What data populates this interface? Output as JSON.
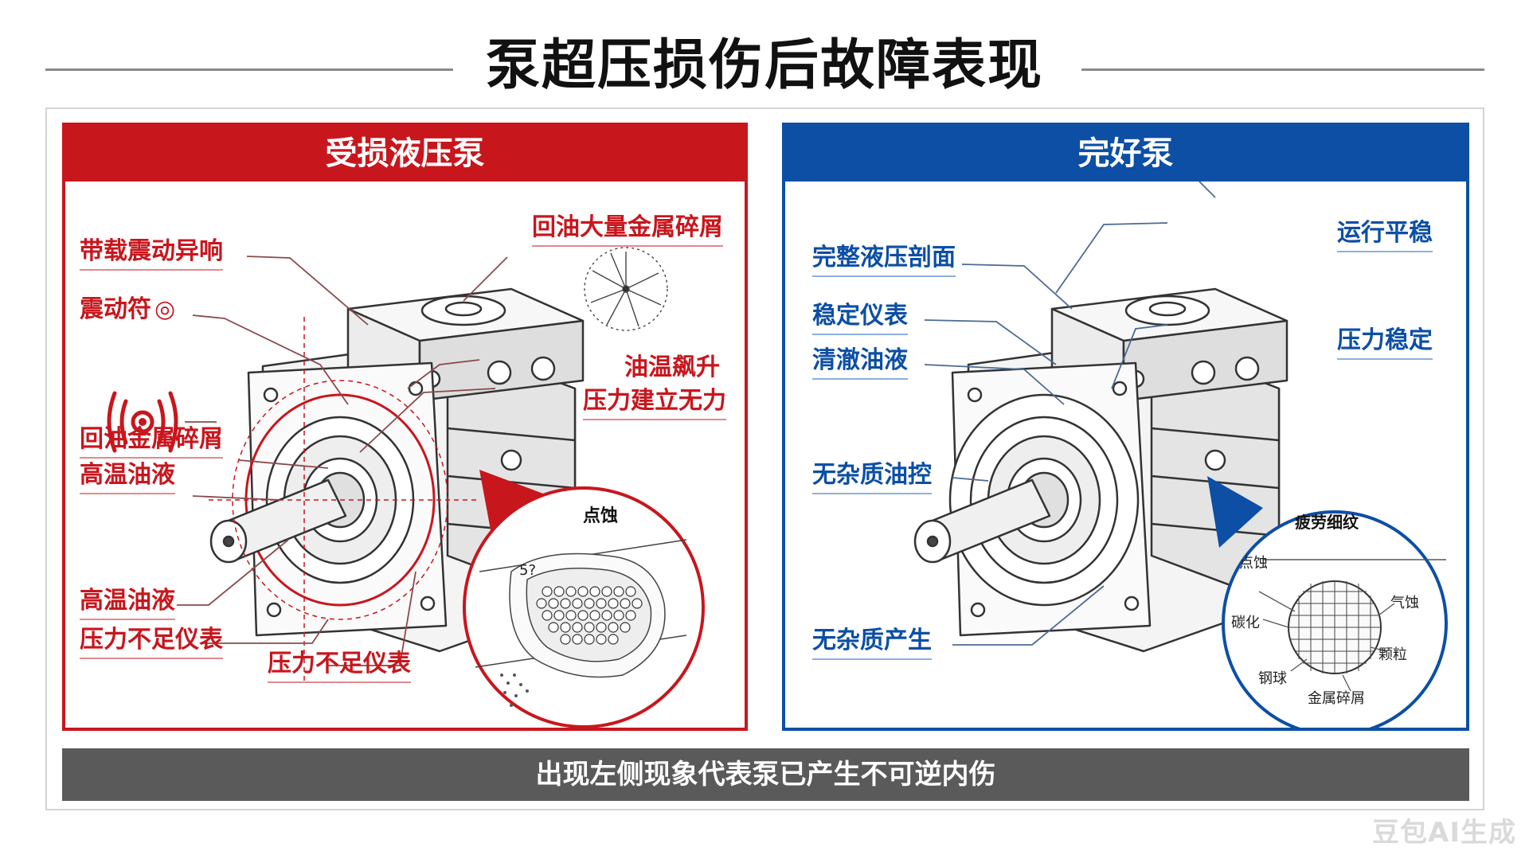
{
  "title": "泵超压损伤后故障表现",
  "left_panel": {
    "header": "受损液压泵",
    "labels": {
      "noise": "带载震动异响",
      "vibration_symbol": "震动符",
      "circle_glyph": "◎",
      "return_metal": "回油金属碎屑",
      "high_temp_1": "高温油液",
      "high_temp_2": "高温油液",
      "pressure_gauge_1": "压力不足仪表",
      "pressure_gauge_2": "压力不足仪表",
      "return_heavy_metal": "回油大量金属碎屑",
      "oil_temp_rise": "油温飙升",
      "pressure_weak": "压力建立无力"
    },
    "inset": {
      "title": "点蚀",
      "angle": "5?"
    }
  },
  "right_panel": {
    "header": "完好泵",
    "labels": {
      "full_section": "完整液压剖面",
      "stable_gauge": "稳定仪表",
      "clear_oil": "清澈油液",
      "no_impurity_control": "无杂质油控",
      "no_impurity_produced": "无杂质产生",
      "running_smooth": "运行平稳",
      "pressure_stable": "压力稳定"
    },
    "inset": {
      "title": "疲劳细纹",
      "pitting": "点蚀",
      "cavitation": "气蚀",
      "carbonization": "碳化",
      "particles": "颗粒",
      "steel_ball": "钢球",
      "metal_chips": "金属碎屑"
    }
  },
  "bottom_banner": "出现左侧现象代表泵已产生不可逆内伤",
  "watermark": "豆包AI生成",
  "colors": {
    "red": "#c8161d",
    "blue": "#0c4fa5",
    "banner": "#5a5a5a"
  }
}
